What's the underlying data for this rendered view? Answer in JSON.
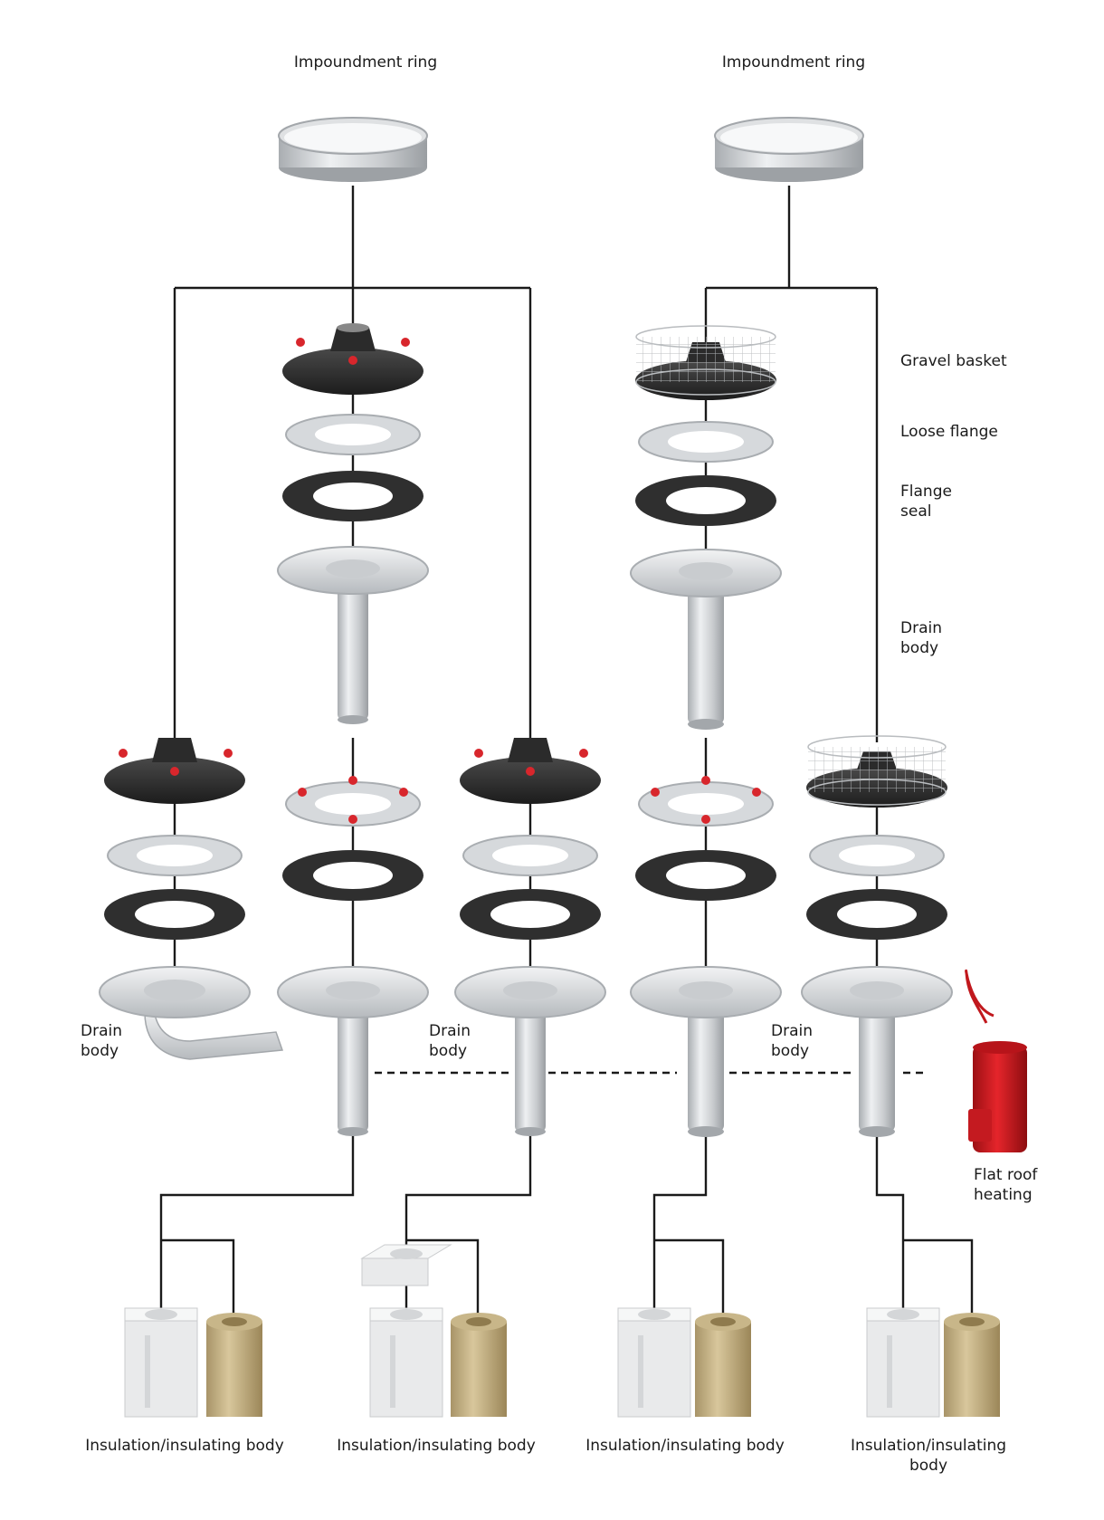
{
  "labels": {
    "impoundment_ring_left": "Impoundment ring",
    "impoundment_ring_right": "Impoundment ring",
    "gravel_basket": "Gravel basket",
    "loose_flange": "Loose flange",
    "flange_seal": "Flange\nseal",
    "drain_body_upper": "Drain\nbody",
    "drain_body_left": "Drain\nbody",
    "drain_body_middle": "Drain\nbody",
    "drain_body_right": "Drain\nbody",
    "flat_roof_heating": "Flat roof\nheating",
    "insulation_1": "Insulation/insulating body",
    "insulation_2": "Insulation/insulating body",
    "insulation_3": "Insulation/insulating body",
    "insulation_4": "Insulation/insulating body"
  }
}
